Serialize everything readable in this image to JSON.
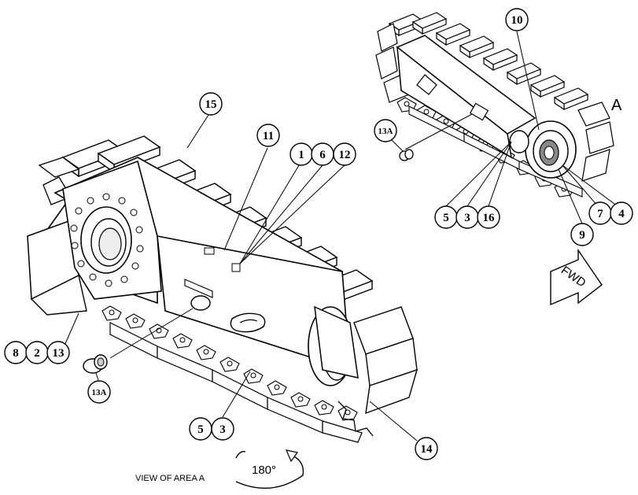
{
  "callouts": {
    "c15": "15",
    "c11": "11",
    "c1": "1",
    "c6": "6",
    "c12": "12",
    "c8": "8",
    "c2": "2",
    "c13": "13",
    "c13a_main": "13A",
    "c5_main": "5",
    "c3_main": "3",
    "c14": "14",
    "c10": "10",
    "c13a_inset": "13A",
    "c5_inset": "5",
    "c3_inset": "3",
    "c16": "16",
    "c7": "7",
    "c4": "4",
    "c9": "9"
  },
  "area_label": "A",
  "fwd_label": "FWD",
  "view_label": "VIEW OF AREA A",
  "rotation_label": "180°"
}
